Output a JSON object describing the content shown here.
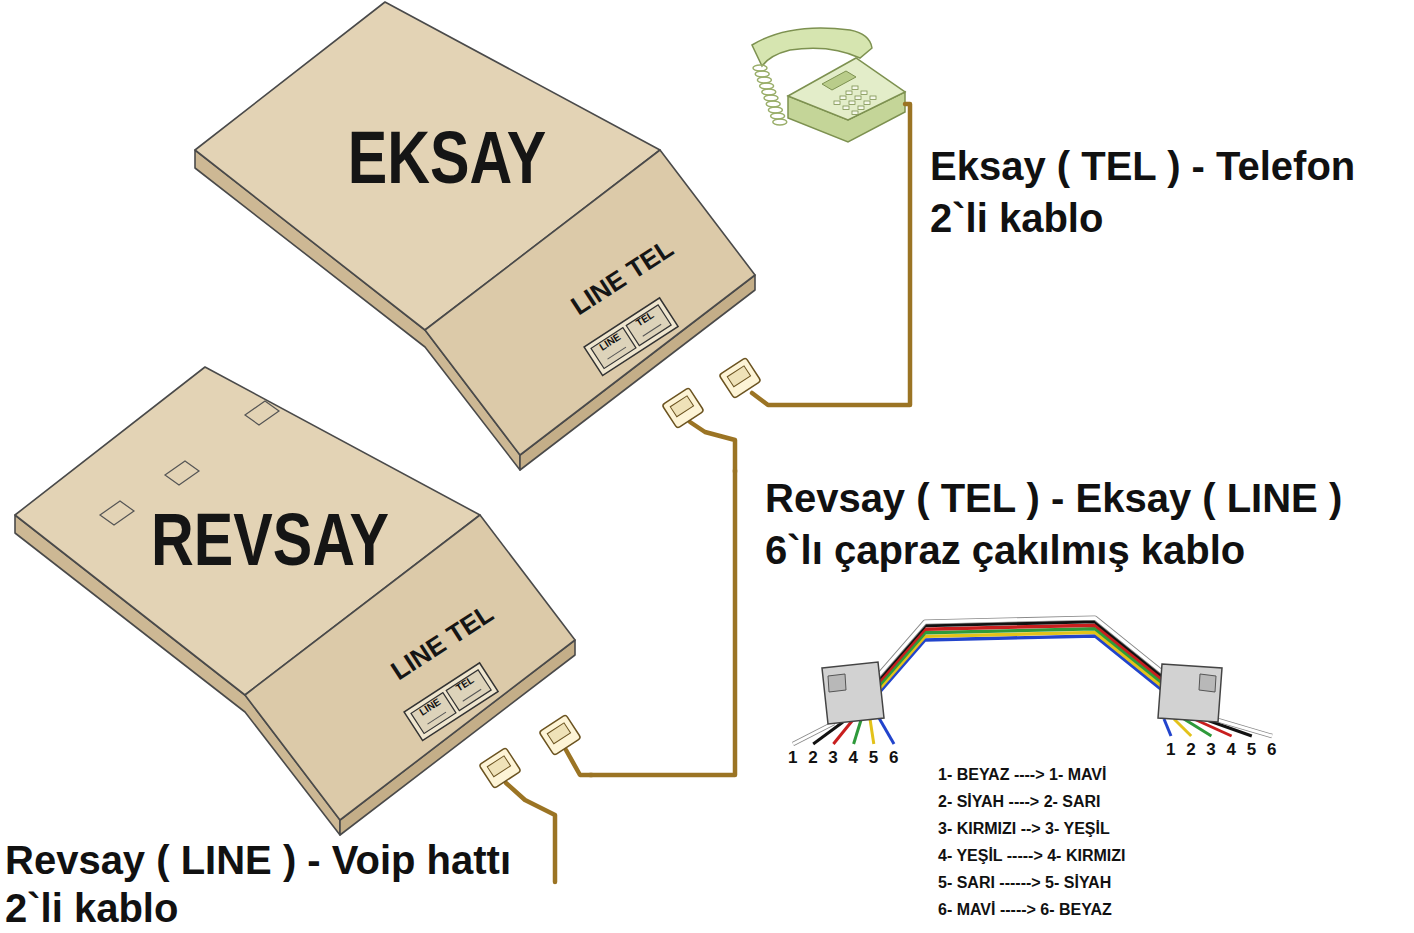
{
  "diagram": {
    "nodes": [
      {
        "text": [
          "EKSAY",
          "LINE TEL"
        ]
      },
      {
        "text": [
          "REVSAY",
          "LINE TEL"
        ]
      }
    ],
    "edges": [
      {
        "from": 1,
        "to": 0,
        "arrow": "none",
        "label": "Revsay ( TEL ) - Eksay ( LINE ) 6`lı çapraz çakılmış kablo"
      }
    ],
    "labels": [
      "LINE",
      "TEL",
      "LINE",
      "TEL",
      "Eksay ( TEL ) - Telefon 2`li kablo",
      "Revsay ( LINE ) - Voip hattı 2`li kablo",
      "1 2 3 4 5 6",
      "1 2 3 4 5 6",
      "1- BEYAZ ----> 1- MAVİ",
      "2- SİYAH ----> 2- SARI",
      "3- KIRMIZI --> 3- YEŞİL",
      "4- YEŞİL -----> 4- KIRMIZI",
      "5- SARI ------> 5- SİYAH",
      "6- MAVİ -----> 6- BEYAZ"
    ]
  }
}
